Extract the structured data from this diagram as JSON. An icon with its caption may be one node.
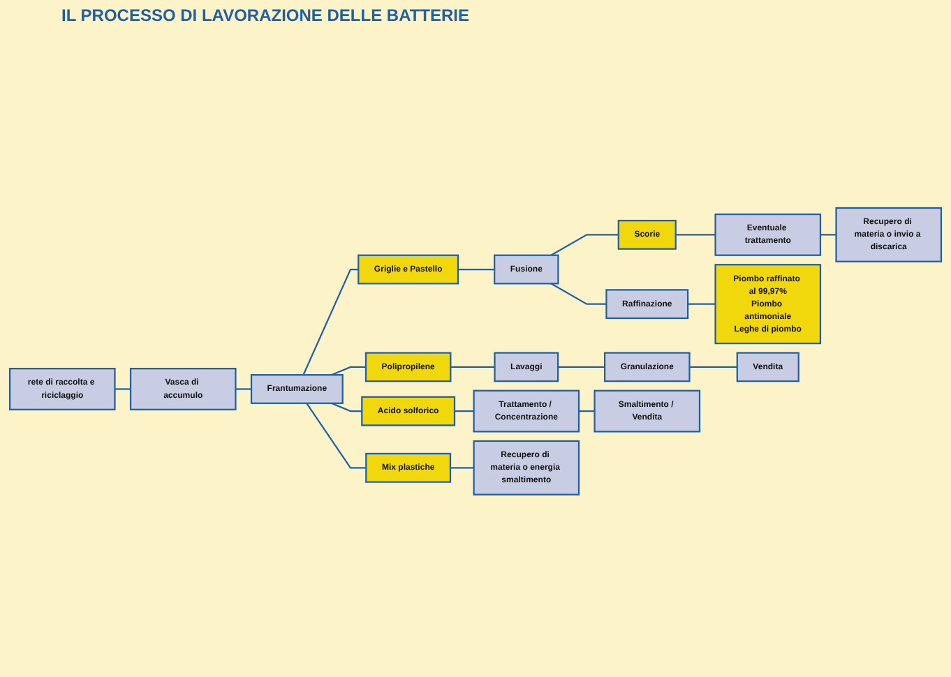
{
  "diagram": {
    "title": "IL PROCESSO DI LAVORAZIONE DELLE BATTERIE",
    "nodes": [
      {
        "text": [
          "rete di raccolta e riciclaggio"
        ]
      },
      {
        "text": [
          "Vasca di accumulo"
        ]
      },
      {
        "text": [
          "Frantumazione"
        ]
      },
      {
        "text": [
          "Griglie e Pastello"
        ]
      },
      {
        "text": [
          "Fusione"
        ]
      },
      {
        "text": [
          "Scorie"
        ]
      },
      {
        "text": [
          "Eventuale trattamento"
        ]
      },
      {
        "text": [
          "Recupero di materia o invio a discarica"
        ]
      },
      {
        "text": [
          "Raffinazione"
        ]
      },
      {
        "text": [
          "Piombo raffinato al 99,97%",
          "Piombo antimoniale",
          "Leghe di piombo"
        ]
      },
      {
        "text": [
          "Polipropilene"
        ]
      },
      {
        "text": [
          "Lavaggi"
        ]
      },
      {
        "text": [
          "Granulazione"
        ]
      },
      {
        "text": [
          "Vendita"
        ]
      },
      {
        "text": [
          "Acido solforico"
        ]
      },
      {
        "text": [
          "Trattamento / Concentrazione"
        ]
      },
      {
        "text": [
          "Smaltimento / Vendita"
        ]
      },
      {
        "text": [
          "Mix plastiche"
        ]
      },
      {
        "text": [
          "Recupero di materia o energia smaltimento"
        ]
      }
    ],
    "edges": [
      {
        "from": 0,
        "to": 1,
        "arrow": "none"
      },
      {
        "from": 1,
        "to": 2,
        "arrow": "none"
      },
      {
        "from": 2,
        "to": 3,
        "arrow": "none"
      },
      {
        "from": 3,
        "to": 4,
        "arrow": "none"
      },
      {
        "from": 4,
        "to": 5,
        "arrow": "none"
      },
      {
        "from": 5,
        "to": 6,
        "arrow": "none"
      },
      {
        "from": 6,
        "to": 7,
        "arrow": "none"
      },
      {
        "from": 4,
        "to": 8,
        "arrow": "none"
      },
      {
        "from": 8,
        "to": 9,
        "arrow": "none"
      },
      {
        "from": 2,
        "to": 10,
        "arrow": "none"
      },
      {
        "from": 10,
        "to": 11,
        "arrow": "none"
      },
      {
        "from": 11,
        "to": 12,
        "arrow": "none"
      },
      {
        "from": 12,
        "to": 13,
        "arrow": "none"
      },
      {
        "from": 2,
        "to": 14,
        "arrow": "none"
      },
      {
        "from": 14,
        "to": 15,
        "arrow": "none"
      },
      {
        "from": 15,
        "to": 16,
        "arrow": "none"
      },
      {
        "from": 2,
        "to": 17,
        "arrow": "none"
      },
      {
        "from": 17,
        "to": 18,
        "arrow": "none"
      }
    ]
  }
}
